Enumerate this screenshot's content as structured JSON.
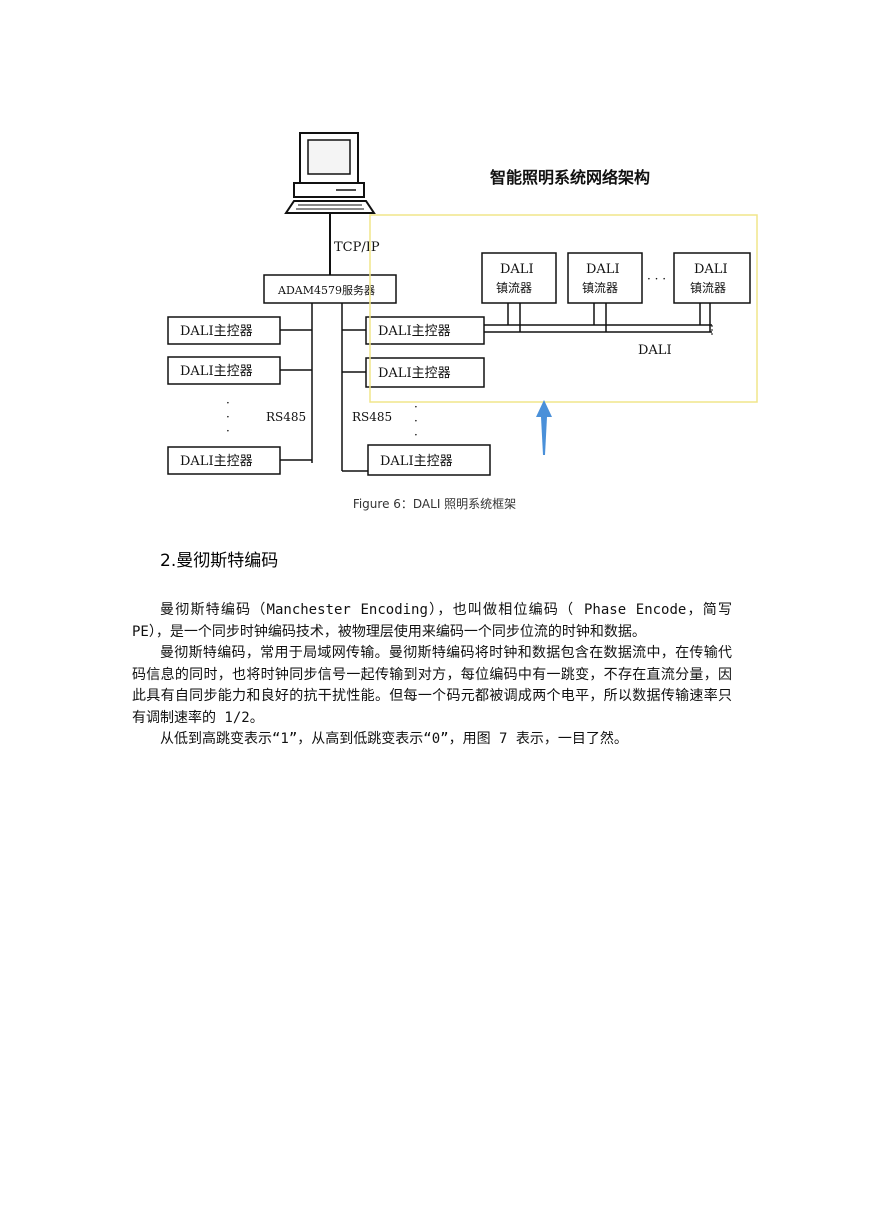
{
  "figure": {
    "title": "智能照明系统网络架构",
    "protocol_label": "TCP/IP",
    "server_label": "ADAM4579服务器",
    "controller_label": "DALI主控器",
    "ballast_name": "DALI",
    "ballast_sub": "镇流器",
    "bus_label": "DALI",
    "rs485_left": "RS485",
    "rs485_right": "RS485",
    "ellipsis": "· · ·",
    "highlight_color": "#f1e58a",
    "arrow_color": "#4a90d9"
  },
  "caption": "Figure 6：DALI 照明系统框架",
  "section": {
    "heading": "2.曼彻斯特编码"
  },
  "paragraphs": [
    "曼彻斯特编码（Manchester Encoding），也叫做相位编码（ Phase Encode，简写 PE），是一个同步时钟编码技术，被物理层使用来编码一个同步位流的时钟和数据。",
    "曼彻斯特编码，常用于局域网传输。曼彻斯特编码将时钟和数据包含在数据流中，在传输代码信息的同时，也将时钟同步信号一起传输到对方，每位编码中有一跳变，不存在直流分量，因此具有自同步能力和良好的抗干扰性能。但每一个码元都被调成两个电平，所以数据传输速率只有调制速率的 1/2。",
    "从低到高跳变表示“1”，从高到低跳变表示“0”，用图 7 表示，一目了然。"
  ]
}
